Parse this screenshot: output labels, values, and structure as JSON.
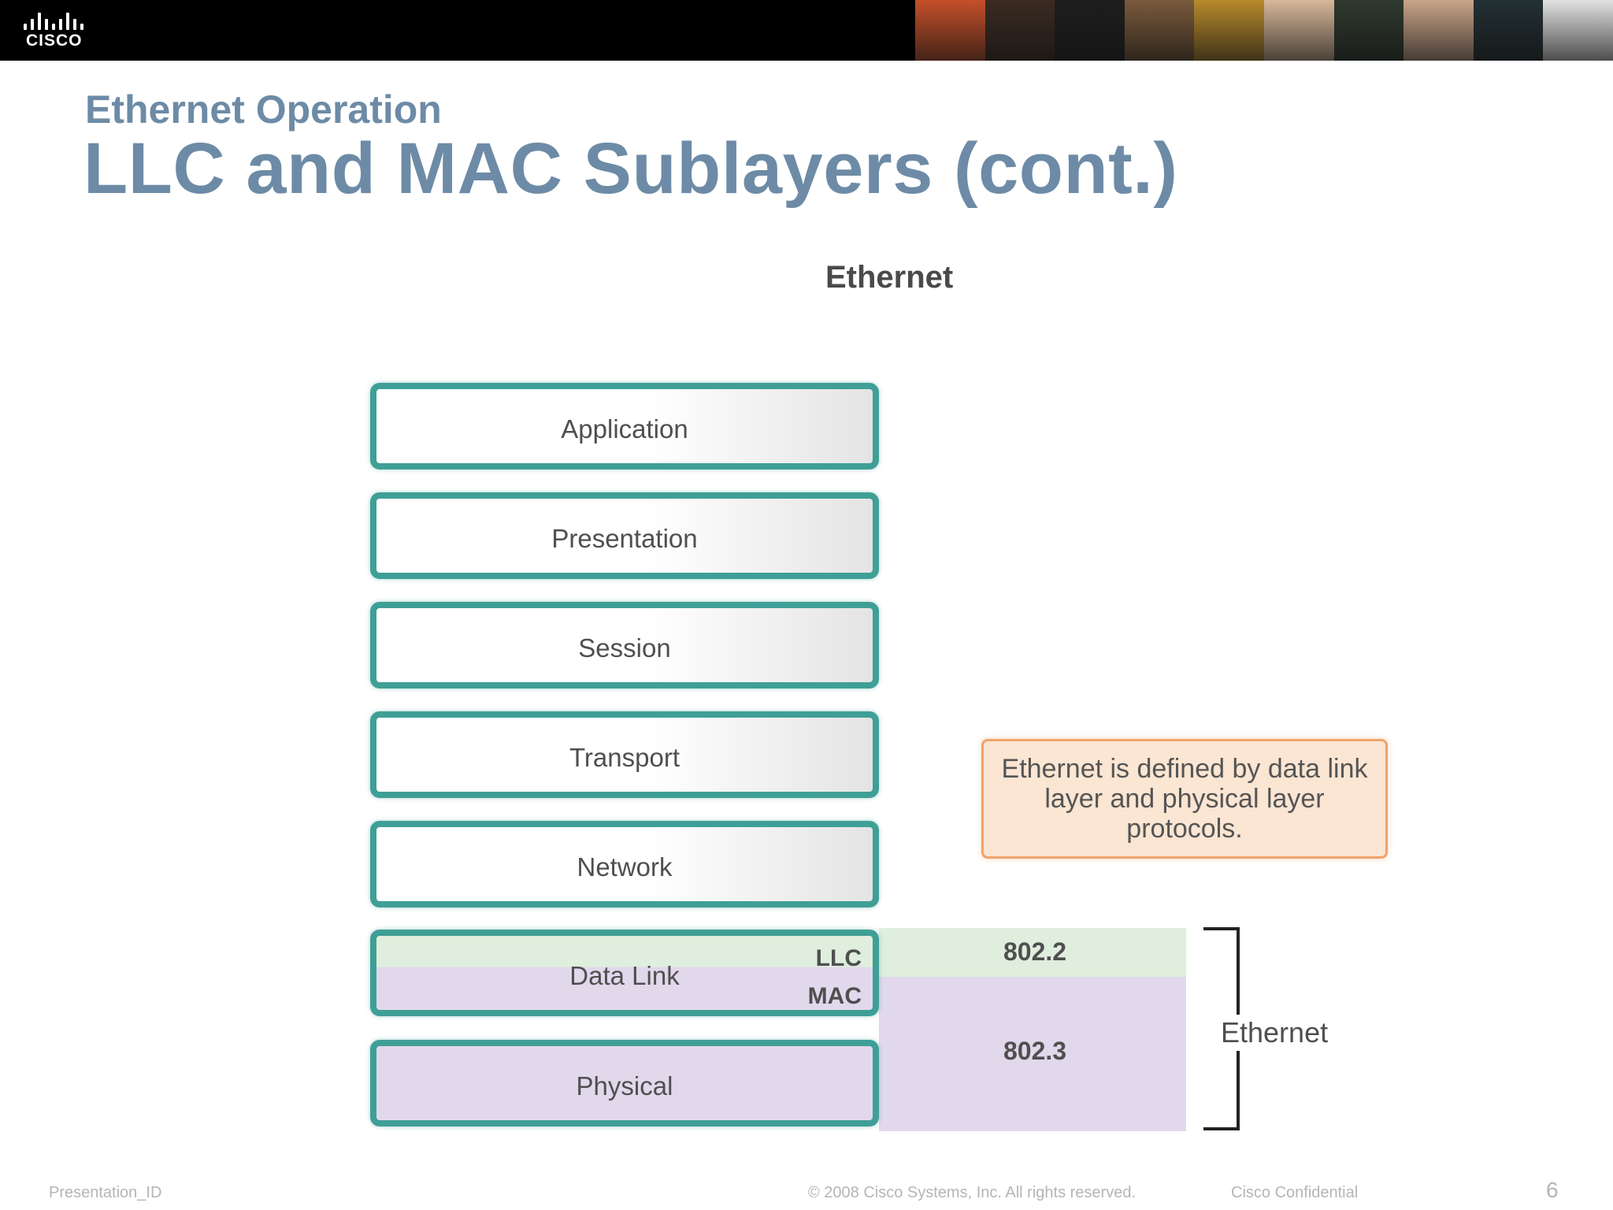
{
  "header": {
    "logo_text": "CISCO",
    "photo_colors": [
      "#c5502a",
      "#3b2b22",
      "#1e1e1e",
      "#7a5a3c",
      "#b78a2a",
      "#d9b89b",
      "#2f3a2e",
      "#caa58a",
      "#233034",
      "#e2e2e2"
    ]
  },
  "slide": {
    "kicker": "Ethernet Operation",
    "title": "LLC and MAC Sublayers (cont.)"
  },
  "diagram": {
    "title": "Ethernet",
    "layers": [
      {
        "label": "Application"
      },
      {
        "label": "Presentation"
      },
      {
        "label": "Session"
      },
      {
        "label": "Transport"
      },
      {
        "label": "Network"
      },
      {
        "label": "Data Link"
      },
      {
        "label": "Physical"
      }
    ],
    "sublayers": {
      "llc": "LLC",
      "mac": "MAC"
    },
    "standards": {
      "llc": "802.2",
      "mac": "802.3"
    },
    "bracket_label": "Ethernet",
    "callout": "Ethernet is defined by data link layer and physical layer protocols."
  },
  "footer": {
    "left": "Presentation_ID",
    "center": "© 2008 Cisco Systems, Inc. All rights reserved.",
    "right": "Cisco Confidential",
    "page": "6"
  }
}
